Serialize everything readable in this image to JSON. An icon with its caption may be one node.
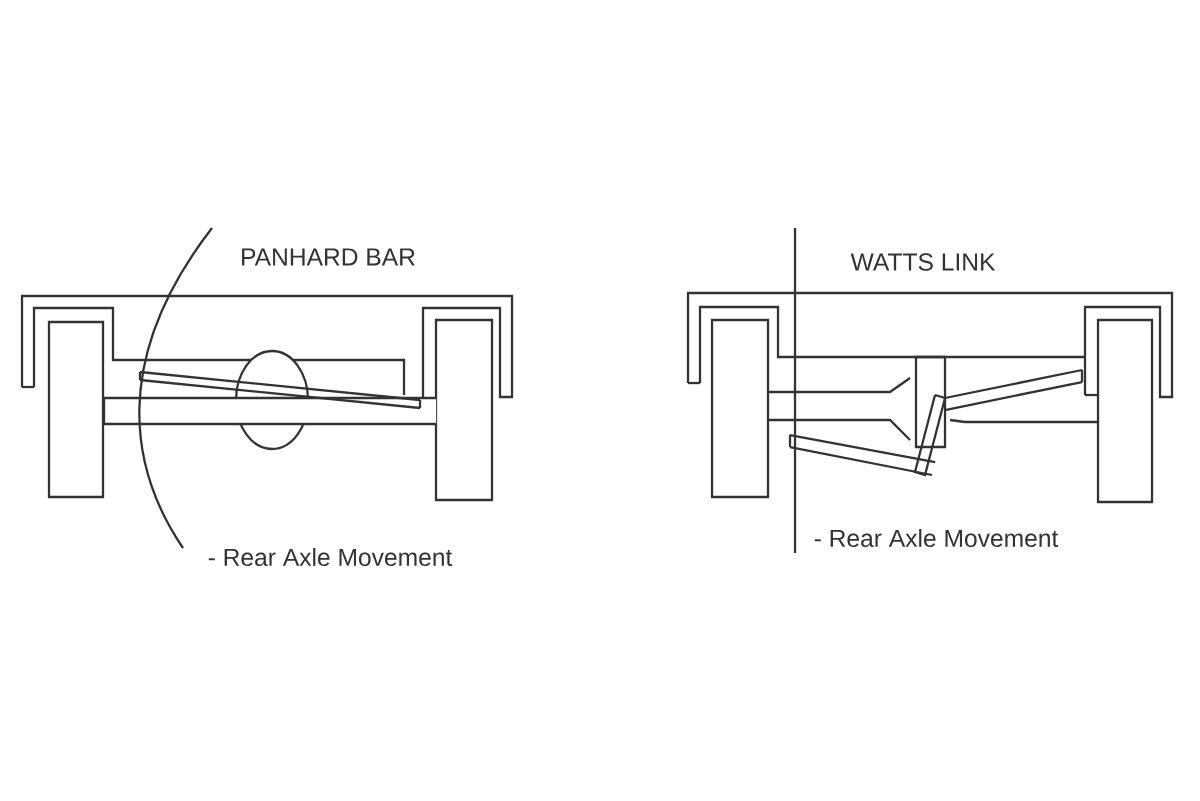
{
  "diagram": {
    "labels": [
      "PANHARD BAR",
      "- Rear Axle Movement",
      "WATTS LINK",
      "- Rear Axle Movement"
    ]
  }
}
